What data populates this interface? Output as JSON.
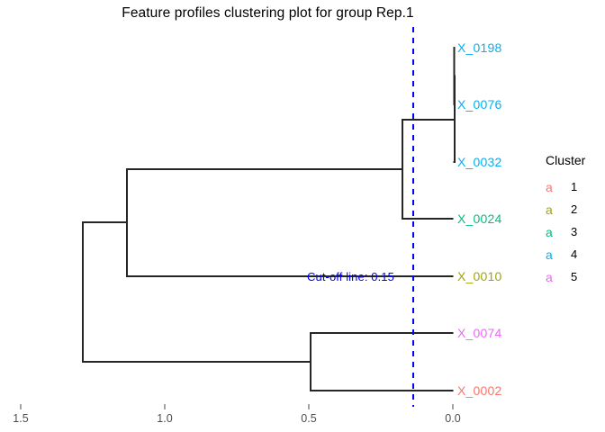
{
  "title": "Feature profiles clustering plot for group Rep.1",
  "legend": {
    "title": "Cluster",
    "key_glyph": "a",
    "items": [
      {
        "label": "1",
        "color": "#F8766D"
      },
      {
        "label": "2",
        "color": "#A3A500"
      },
      {
        "label": "3",
        "color": "#00BF7D"
      },
      {
        "label": "4",
        "color": "#00B0F6"
      },
      {
        "label": "5",
        "color": "#E76BF3"
      }
    ]
  },
  "cutoff": {
    "annotation": "Cut-off line: 0.15",
    "value": 0.15,
    "color": "#0000ff",
    "style": "dashed"
  },
  "axis": {
    "ticks": [
      "1.5",
      "1.0",
      "0.5",
      "0.0"
    ],
    "tick_values": [
      1.5,
      1.0,
      0.5,
      0.0
    ],
    "reversed": true,
    "label": ""
  },
  "chart_data": {
    "type": "dendrogram",
    "title": "Feature profiles clustering plot for group Rep.1",
    "xlabel": "",
    "ylabel": "",
    "xlim": [
      1.5,
      0.0
    ],
    "grid": false,
    "legend_position": "right",
    "orientation": "horizontal-right",
    "leaves": [
      {
        "name": "X_0198",
        "cluster": 4,
        "color": "#00B0F6",
        "order": 1,
        "height": 0.0
      },
      {
        "name": "X_0076",
        "cluster": 4,
        "color": "#00B0F6",
        "order": 2,
        "height": 0.0
      },
      {
        "name": "X_0032",
        "cluster": 4,
        "color": "#00B0F6",
        "order": 3,
        "height": 0.0
      },
      {
        "name": "X_0024",
        "cluster": 3,
        "color": "#00BF7D",
        "order": 4,
        "height": 0.0
      },
      {
        "name": "X_0010",
        "cluster": 2,
        "color": "#A3A500",
        "order": 5,
        "height": 0.0
      },
      {
        "name": "X_0074",
        "cluster": 5,
        "color": "#E76BF3",
        "order": 6,
        "height": 0.0
      },
      {
        "name": "X_0002",
        "cluster": 1,
        "color": "#F8766D",
        "order": 7,
        "height": 0.0
      }
    ],
    "merges": [
      {
        "id": "M1",
        "children": [
          "X_0198",
          "X_0076"
        ],
        "height": 0.005
      },
      {
        "id": "M2",
        "children": [
          "M1",
          "X_0032"
        ],
        "height": 0.005
      },
      {
        "id": "M3",
        "children": [
          "M2",
          "X_0024"
        ],
        "height": 0.175
      },
      {
        "id": "M4",
        "children": [
          "M3",
          "X_0010"
        ],
        "height": 1.13
      },
      {
        "id": "M5",
        "children": [
          "X_0074",
          "X_0002"
        ],
        "height": 0.49
      },
      {
        "id": "M6",
        "children": [
          "M4",
          "M5"
        ],
        "height": 1.285
      }
    ],
    "cut_height": 0.15,
    "n_clusters": 5
  }
}
